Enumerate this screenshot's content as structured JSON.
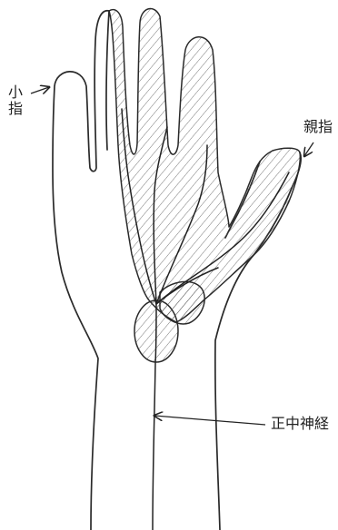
{
  "labels": {
    "little_finger": "小\n指",
    "thumb": "親指",
    "median_nerve": "正中神経"
  },
  "colors": {
    "ink": "#2a2a2a",
    "paper": "#ffffff"
  }
}
